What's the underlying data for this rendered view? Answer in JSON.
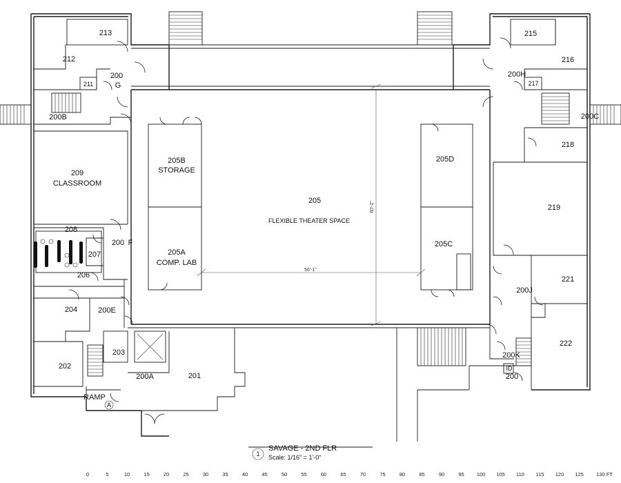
{
  "rooms": {
    "r213": "213",
    "r212": "212",
    "r211": "211",
    "r200g_a": "200",
    "r200g_b": "G",
    "r200b": "200B",
    "r209_num": "209",
    "r209_name": "CLASSROOM",
    "r208": "208",
    "r207": "207",
    "r206": "206",
    "r200f_a": "200",
    "r200f_b": "F",
    "r204": "204",
    "r200e": "200E",
    "r203": "203",
    "r202": "202",
    "r200a": "200A",
    "r201": "201",
    "ramp": "RAMP",
    "ramp_marker": "A",
    "r205b_num": "205B",
    "r205b_name": "STORAGE",
    "r205a_num": "205A",
    "r205a_name": "COMP. LAB",
    "r205_num": "205",
    "r205_name": "FLEXIBLE THEATER SPACE",
    "r205d": "205D",
    "r205c": "205C",
    "r215": "215",
    "r216": "216",
    "r200h": "200H",
    "r217": "217",
    "r200c": "200C",
    "r218": "218",
    "r219": "219",
    "r221": "221",
    "r200j": "200J",
    "r222": "222",
    "r200k": "200K",
    "r200_right": "200",
    "rid": "ID"
  },
  "dimensions": {
    "width": "56'-1\"",
    "height": "60'-2\""
  },
  "title_block": {
    "number": "1",
    "title": "SAVAGE - 2ND FLR",
    "scale": "Scale: 1/16\" = 1'-0\""
  },
  "scale_bar": {
    "ticks": [
      "0",
      "5",
      "10",
      "15",
      "20",
      "25",
      "30",
      "35",
      "40",
      "45",
      "50",
      "55",
      "60",
      "65",
      "70",
      "75",
      "80",
      "85",
      "90",
      "95",
      "100",
      "105",
      "110",
      "115",
      "120",
      "125",
      "130 FT"
    ]
  }
}
